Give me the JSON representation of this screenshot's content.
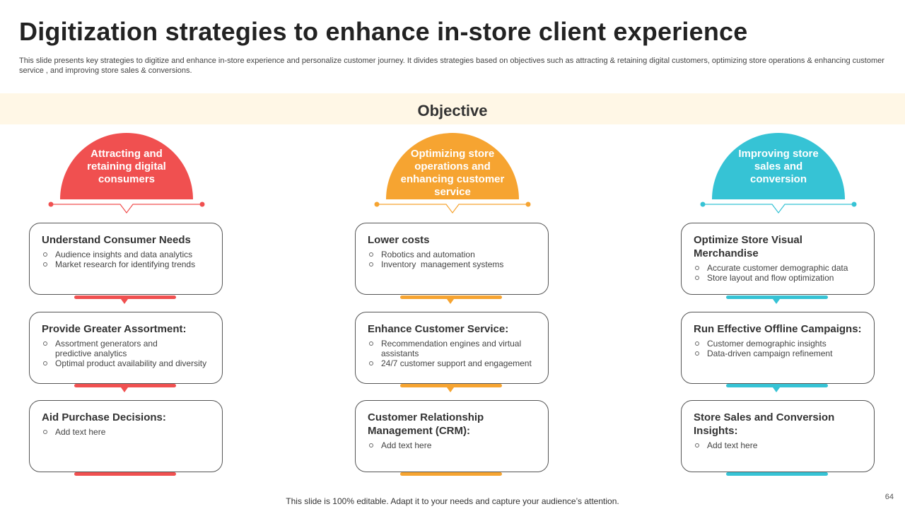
{
  "header": {
    "title": "Digitization strategies to enhance in-store client experience",
    "subtitle": "This slide presents key strategies to digitize and enhance in-store experience and personalize customer journey. It divides strategies based on objectives such as attracting & retaining digital customers, optimizing store operations & enhancing customer service , and improving store sales & conversions."
  },
  "objective_band": {
    "label": "Objective"
  },
  "colors": {
    "red": "#f05050",
    "orange": "#f6a431",
    "teal": "#36c3d5",
    "band": "#fff7e6"
  },
  "columns": [
    {
      "heading": "Attracting and retaining digital consumers",
      "cards": [
        {
          "title": "Understand Consumer Needs",
          "bullets": [
            "Audience insights and data analytics",
            "Market research for identifying trends"
          ]
        },
        {
          "title": "Provide Greater Assortment:",
          "bullets": [
            "Assortment generators and predictive analytics",
            "Optimal product availability and diversity"
          ]
        },
        {
          "title": "Aid Purchase Decisions:",
          "bullets": [
            "Add text here"
          ]
        }
      ]
    },
    {
      "heading": "Optimizing store operations and enhancing customer service",
      "cards": [
        {
          "title": "Lower costs",
          "bullets": [
            "Robotics and automation",
            "Inventory  management systems"
          ]
        },
        {
          "title": "Enhance Customer Service:",
          "bullets": [
            "Recommendation engines and virtual assistants",
            "24/7 customer support and engagement"
          ]
        },
        {
          "title": "Customer Relationship Management (CRM):",
          "bullets": [
            "Add text here"
          ]
        }
      ]
    },
    {
      "heading": "Improving store sales and conversion",
      "cards": [
        {
          "title": "Optimize Store Visual Merchandise",
          "bullets": [
            "Accurate customer demographic data",
            "Store layout and flow optimization"
          ]
        },
        {
          "title": "Run Effective Offline Campaigns:",
          "bullets": [
            "Customer demographic insights",
            "Data-driven campaign refinement"
          ]
        },
        {
          "title": "Store Sales and Conversion Insights:",
          "bullets": [
            "Add text here"
          ]
        }
      ]
    }
  ],
  "footer": {
    "text": "This slide is 100% editable. Adapt it to your needs and capture your audience’s attention.",
    "page_number": "64"
  }
}
